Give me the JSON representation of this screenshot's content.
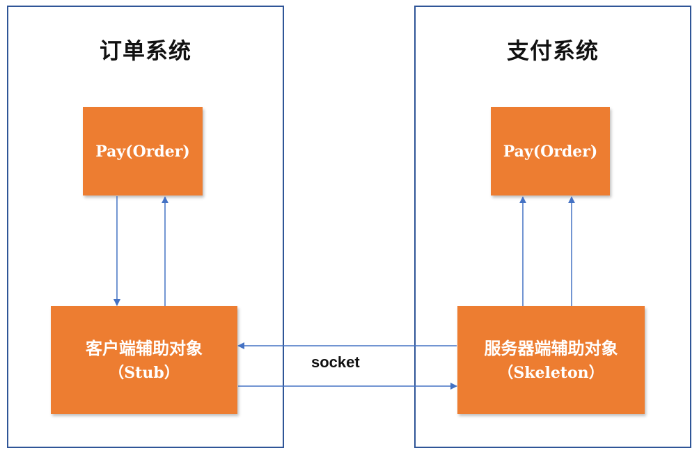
{
  "order_system": {
    "title": "订单系统",
    "method_box": "Pay(Order)",
    "helper": {
      "name": "客户端辅助对象",
      "sub": "（Stub）"
    }
  },
  "payment_system": {
    "title": "支付系统",
    "method_box": "Pay(Order)",
    "helper": {
      "name": "服务器端辅助对象",
      "sub": "（Skeleton）"
    }
  },
  "connection_label": "socket",
  "colors": {
    "box_fill": "#ED7D31",
    "frame_border": "#2F5597",
    "arrow": "#4472C4"
  }
}
